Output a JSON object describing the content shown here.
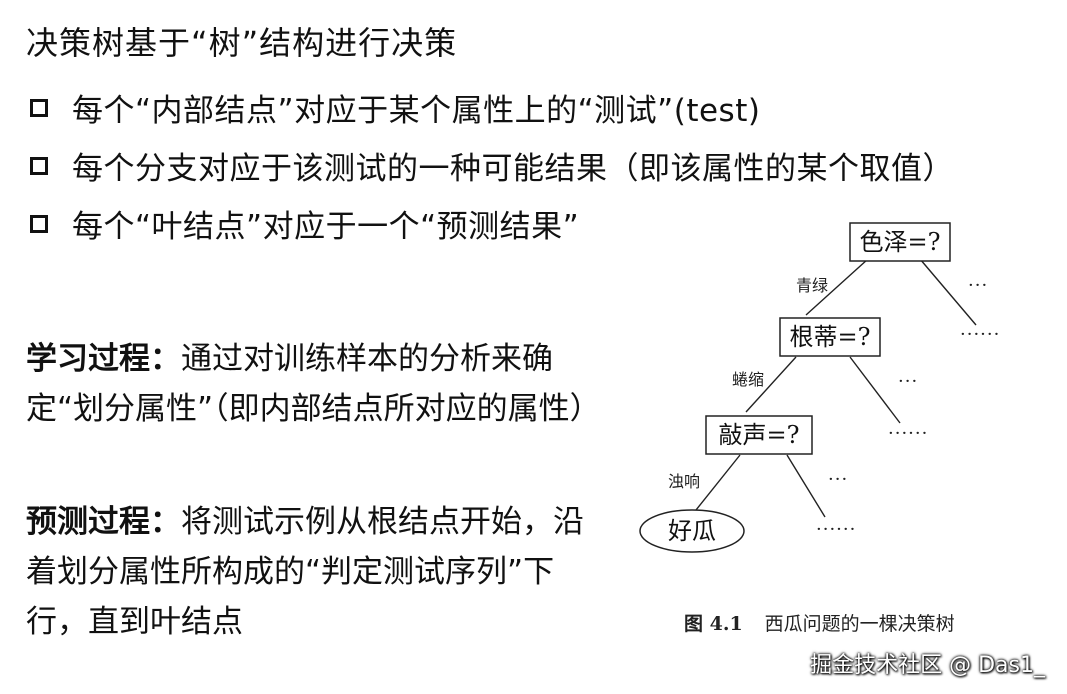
{
  "heading": "决策树基于“树”结构进行决策",
  "bullets": [
    "每个“内部结点”对应于某个属性上的“测试”(test)",
    "每个分支对应于该测试的一种可能结果（即该属性的某个取值）",
    "每个“叶结点”对应于一个“预测结果”"
  ],
  "learning": {
    "label": "学习过程：",
    "text": "通过对训练样本的分析来确定“划分属性”（即内部结点所对应的属性）"
  },
  "prediction": {
    "label": "预测过程：",
    "text": "将测试示例从根结点开始，沿着划分属性所构成的“判定测试序列”下行，直到叶结点"
  },
  "tree": {
    "nodes": {
      "color": "色泽=?",
      "root_stem": "根蒂=?",
      "knock": "敲声=?",
      "leaf": "好瓜"
    },
    "edges": {
      "green": "青绿",
      "curled": "蜷缩",
      "dull": "浊响"
    },
    "ellipsis_short": "···",
    "ellipsis_long": "······"
  },
  "caption": {
    "number": "图 4.1",
    "text": "西瓜问题的一棵决策树"
  },
  "watermark": "掘金技术社区 @ Das1_"
}
